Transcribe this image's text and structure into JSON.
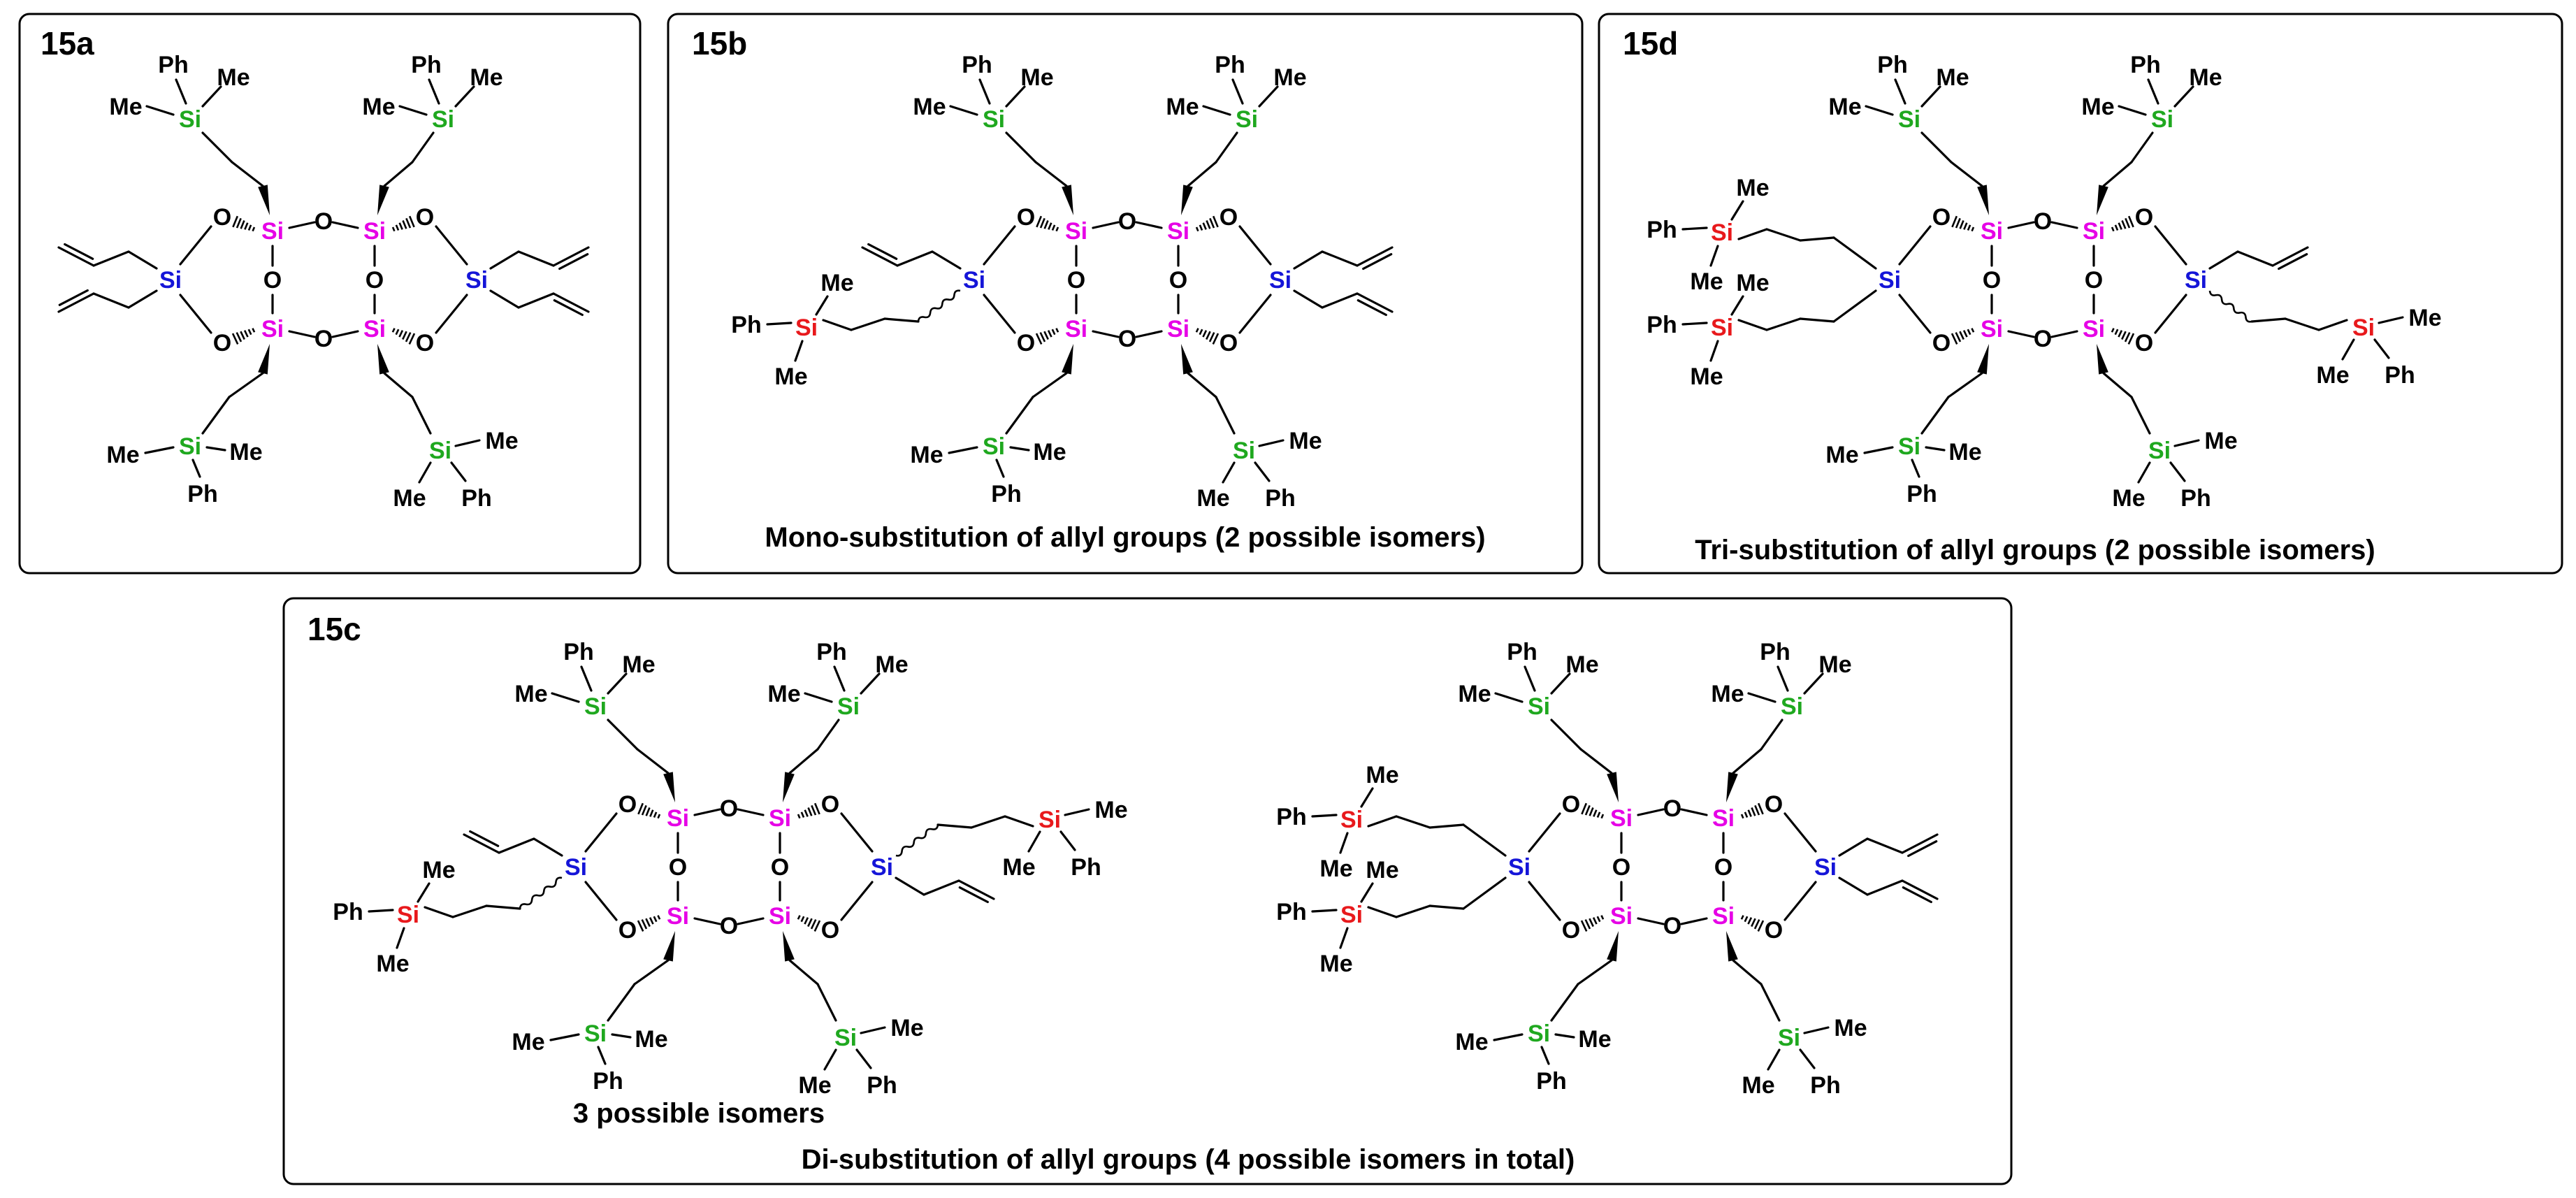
{
  "colors": {
    "ring_si": "#e600e6",
    "bridge_si": "#1515d8",
    "pendant_si": "#1fa81f",
    "substituted_si": "#e8191c",
    "bond": "#000000",
    "panel_border": "#000000"
  },
  "atoms": {
    "si": "Si",
    "o": "O",
    "me": "Me",
    "ph": "Ph"
  },
  "panels": {
    "a": {
      "label": "15a",
      "caption": ""
    },
    "b": {
      "label": "15b",
      "caption": "Mono-substitution of allyl groups (2 possible isomers)"
    },
    "d": {
      "label": "15d",
      "caption": "Tri-substitution of allyl groups (2 possible isomers)"
    },
    "c": {
      "label": "15c",
      "caption": "Di-substitution of allyl groups (4 possible isomers in total)",
      "subcaption": "3 possible isomers"
    }
  }
}
